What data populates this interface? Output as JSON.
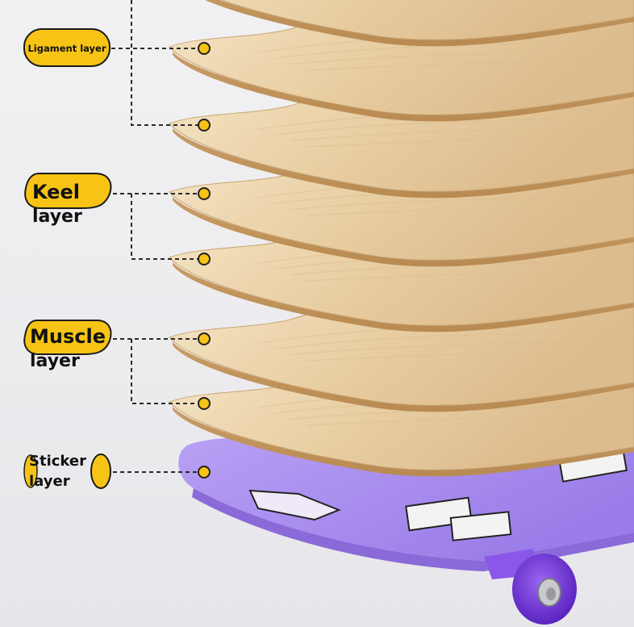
{
  "labels": {
    "ligament": "Ligament layer",
    "keel_line1": "Keel",
    "keel_line2": "layer",
    "muscle_line1": "Muscle",
    "muscle_line2": "layer",
    "sticker_line1": "Sticker",
    "sticker_line2": "layer"
  },
  "colors": {
    "label_fill": "#f7c416",
    "label_outline": "#1b1b1b",
    "wood_light": "#f1dcb6",
    "wood_dark": "#d9b98a",
    "deck_purple": "#a98ef0",
    "wheel_purple": "#7a3fe0",
    "connector": "#2a2a2a",
    "background": "#eeeef0"
  }
}
